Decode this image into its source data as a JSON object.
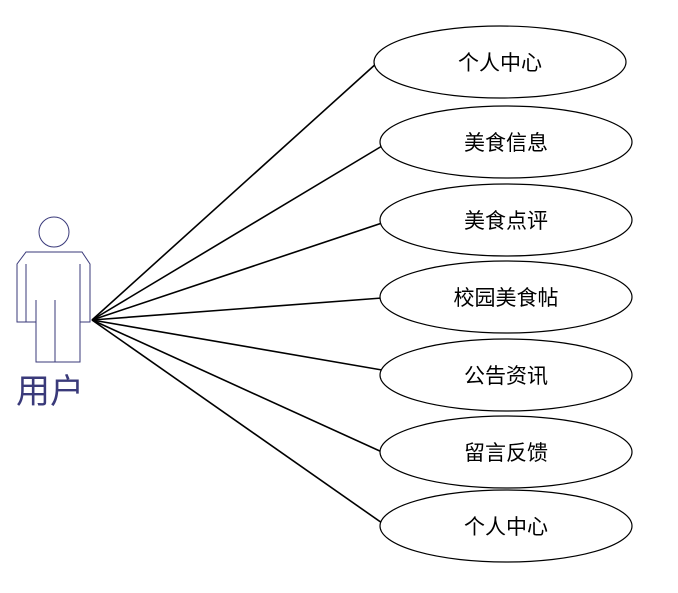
{
  "actor": {
    "label": "用户",
    "icon": "user-actor-icon"
  },
  "use_cases": [
    {
      "label": "个人中心"
    },
    {
      "label": "美食信息"
    },
    {
      "label": "美食点评"
    },
    {
      "label": "校园美食帖"
    },
    {
      "label": "公告资讯"
    },
    {
      "label": "留言反馈"
    },
    {
      "label": "个人中心"
    }
  ],
  "colors": {
    "actor": "#3a3a7a",
    "lines": "#000000",
    "background": "#ffffff"
  }
}
